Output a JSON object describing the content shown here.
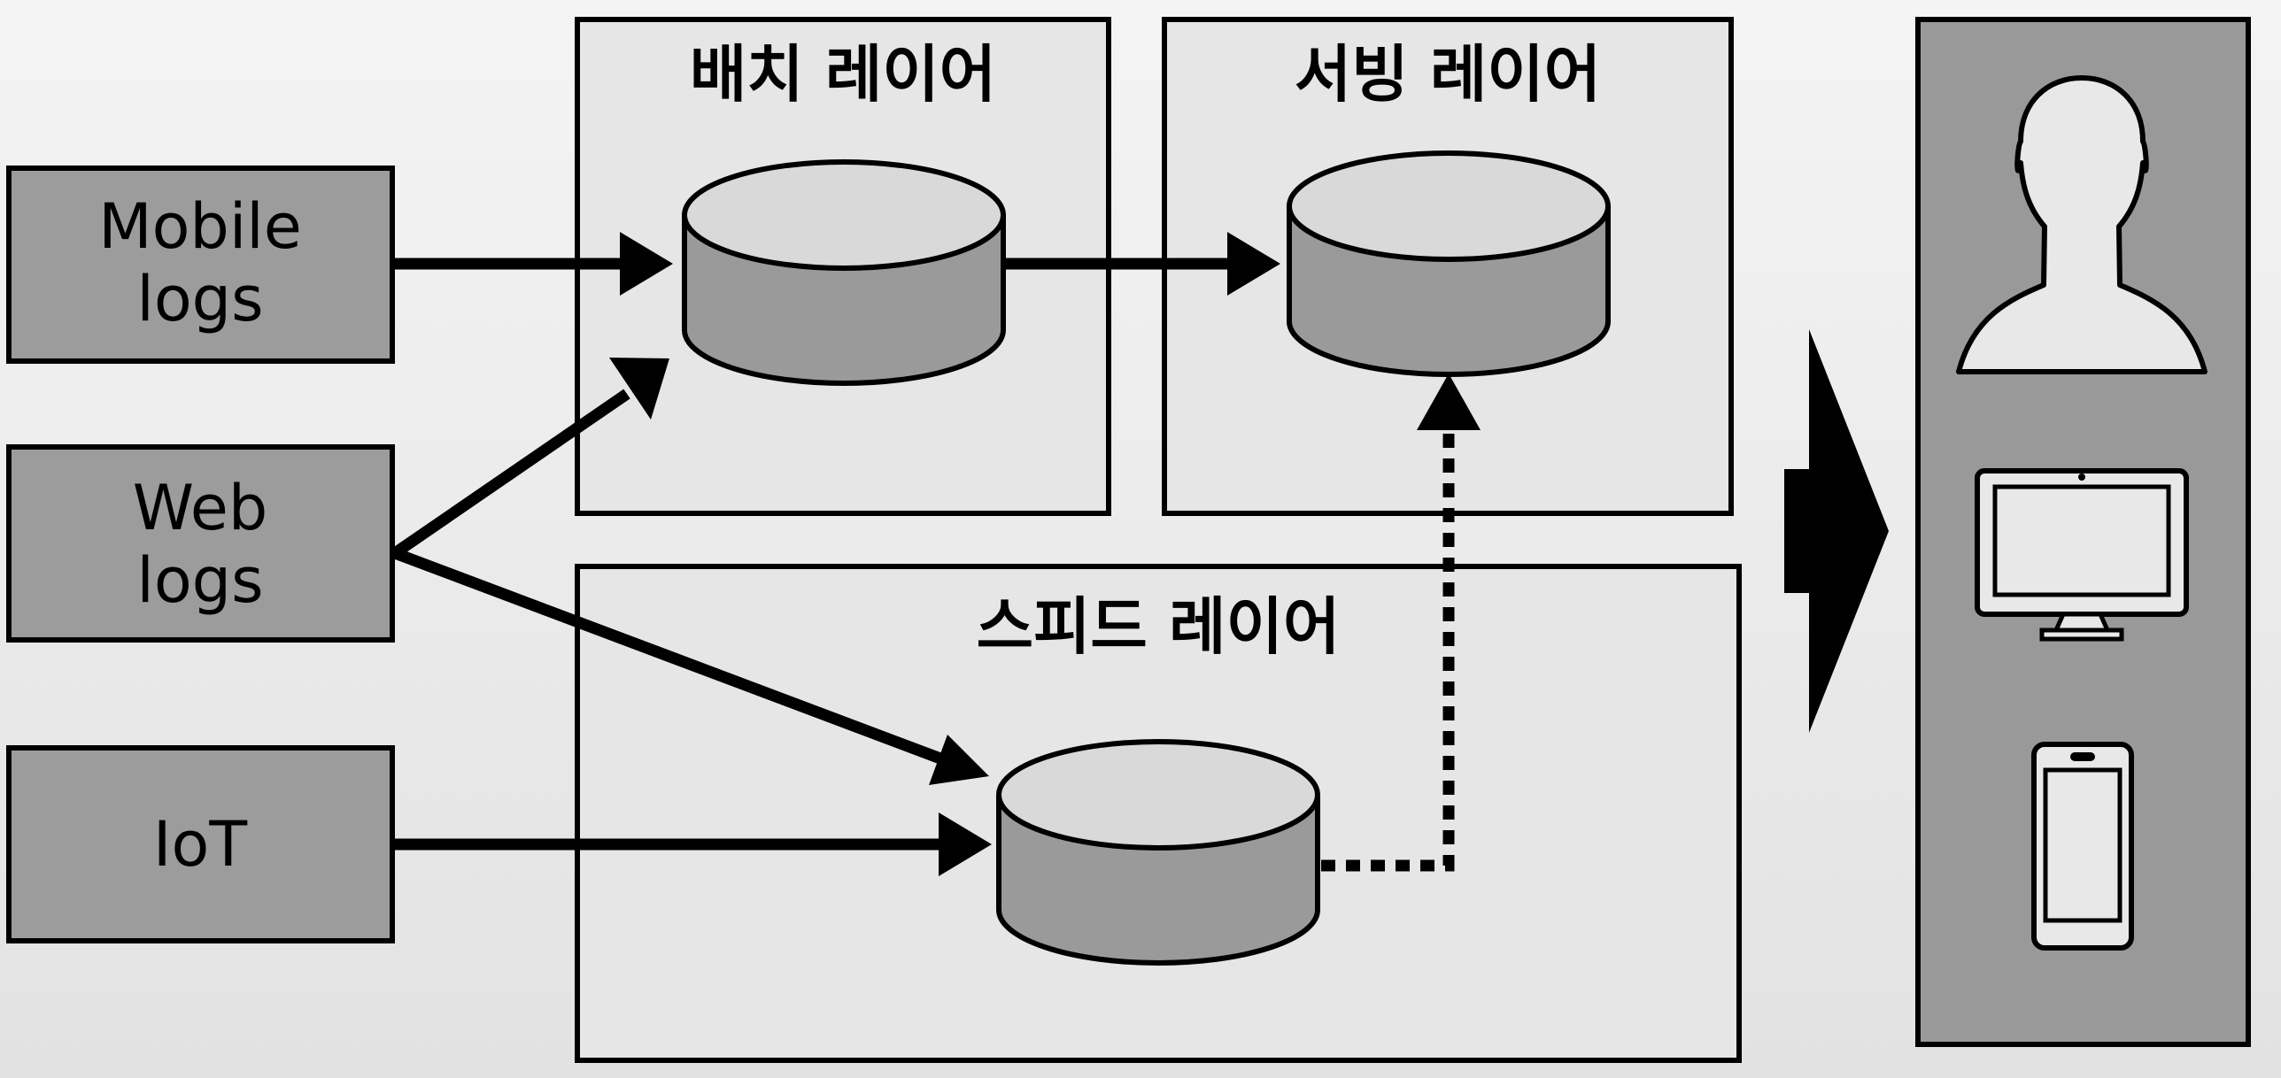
{
  "sources": [
    {
      "id": "mobile",
      "lines": [
        "Mobile",
        "logs"
      ]
    },
    {
      "id": "web",
      "lines": [
        "Web",
        "logs"
      ]
    },
    {
      "id": "iot",
      "lines": [
        "IoT"
      ]
    }
  ],
  "layers": {
    "batch": {
      "title": "배치 레이어"
    },
    "serving": {
      "title": "서빙 레이어"
    },
    "speed": {
      "title": "스피드 레이어"
    }
  },
  "consumers": [
    "user-icon",
    "monitor-icon",
    "smartphone-icon"
  ],
  "colors": {
    "box_fill": "#9c9c9c",
    "layer_fill": "#e6e6e6",
    "cylinder_top": "#d9d9d9",
    "cylinder_body": "#9a9a9a",
    "stroke": "#000000",
    "consumer_panel": "#999999",
    "icon_fill": "#e8e8e8"
  }
}
